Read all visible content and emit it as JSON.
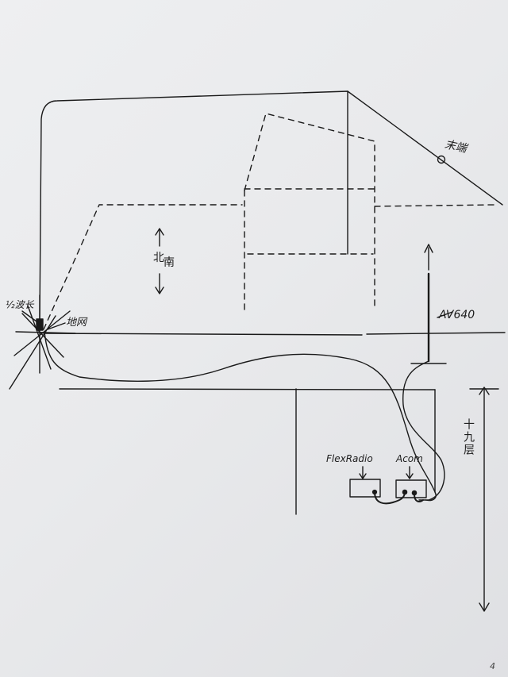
{
  "labels": {
    "end_node": "末端",
    "north": "北",
    "south": "南",
    "half_wave": "½波长",
    "ground_net": "地网",
    "antenna": "AV640",
    "floor": "十九层",
    "radio": "FlexRadio",
    "amp": "Acom",
    "page_mark": "4"
  },
  "colors": {
    "ink": "#1a1a1a",
    "paper": "#ebecee"
  }
}
